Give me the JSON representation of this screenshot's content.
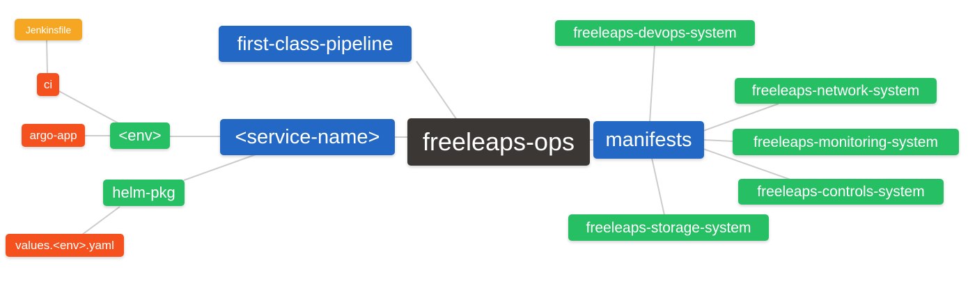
{
  "palette": {
    "branch_blue": "#2368c4",
    "system_green": "#26bf64",
    "jenkins_orange": "#f5a623",
    "leaf_red": "#f4511e",
    "root_dark": "#3b3735",
    "edge_gray": "#cccccc",
    "node_text": "#ffffff",
    "background": "#ffffff"
  },
  "nodes": [
    {
      "id": "jenkinsfile",
      "label": "Jenkinsfile",
      "color": "orange"
    },
    {
      "id": "ci",
      "label": "ci",
      "color": "red"
    },
    {
      "id": "argo-app",
      "label": "argo-app",
      "color": "red"
    },
    {
      "id": "env",
      "label": "<env>",
      "color": "green"
    },
    {
      "id": "service-name",
      "label": "<service-name>",
      "color": "blue"
    },
    {
      "id": "first-class-pipeline",
      "label": "first-class-pipeline",
      "color": "blue"
    },
    {
      "id": "freeleaps-ops",
      "label": "freeleaps-ops",
      "color": "dark"
    },
    {
      "id": "manifests",
      "label": "manifests",
      "color": "blue"
    },
    {
      "id": "freeleaps-devops-system",
      "label": "freeleaps-devops-system",
      "color": "green"
    },
    {
      "id": "freeleaps-network-system",
      "label": "freeleaps-network-system",
      "color": "green"
    },
    {
      "id": "freeleaps-monitoring-system",
      "label": "freeleaps-monitoring-system",
      "color": "green"
    },
    {
      "id": "freeleaps-controls-system",
      "label": "freeleaps-controls-system",
      "color": "green"
    },
    {
      "id": "freeleaps-storage-system",
      "label": "freeleaps-storage-system",
      "color": "green"
    },
    {
      "id": "helm-pkg",
      "label": "helm-pkg",
      "color": "green"
    },
    {
      "id": "values-env-yaml",
      "label": "values.<env>.yaml",
      "color": "red"
    }
  ],
  "edges": [
    {
      "from": "Jenkinsfile",
      "to": "ci"
    },
    {
      "from": "ci",
      "to": "<env>"
    },
    {
      "from": "argo-app",
      "to": "<env>"
    },
    {
      "from": "<env>",
      "to": "<service-name>"
    },
    {
      "from": "helm-pkg",
      "to": "<service-name>"
    },
    {
      "from": "values.<env>.yaml",
      "to": "helm-pkg"
    },
    {
      "from": "<service-name>",
      "to": "freeleaps-ops"
    },
    {
      "from": "first-class-pipeline",
      "to": "freeleaps-ops"
    },
    {
      "from": "freeleaps-ops",
      "to": "manifests"
    },
    {
      "from": "manifests",
      "to": "freeleaps-devops-system"
    },
    {
      "from": "manifests",
      "to": "freeleaps-network-system"
    },
    {
      "from": "manifests",
      "to": "freeleaps-monitoring-system"
    },
    {
      "from": "manifests",
      "to": "freeleaps-controls-system"
    },
    {
      "from": "manifests",
      "to": "freeleaps-storage-system"
    }
  ]
}
